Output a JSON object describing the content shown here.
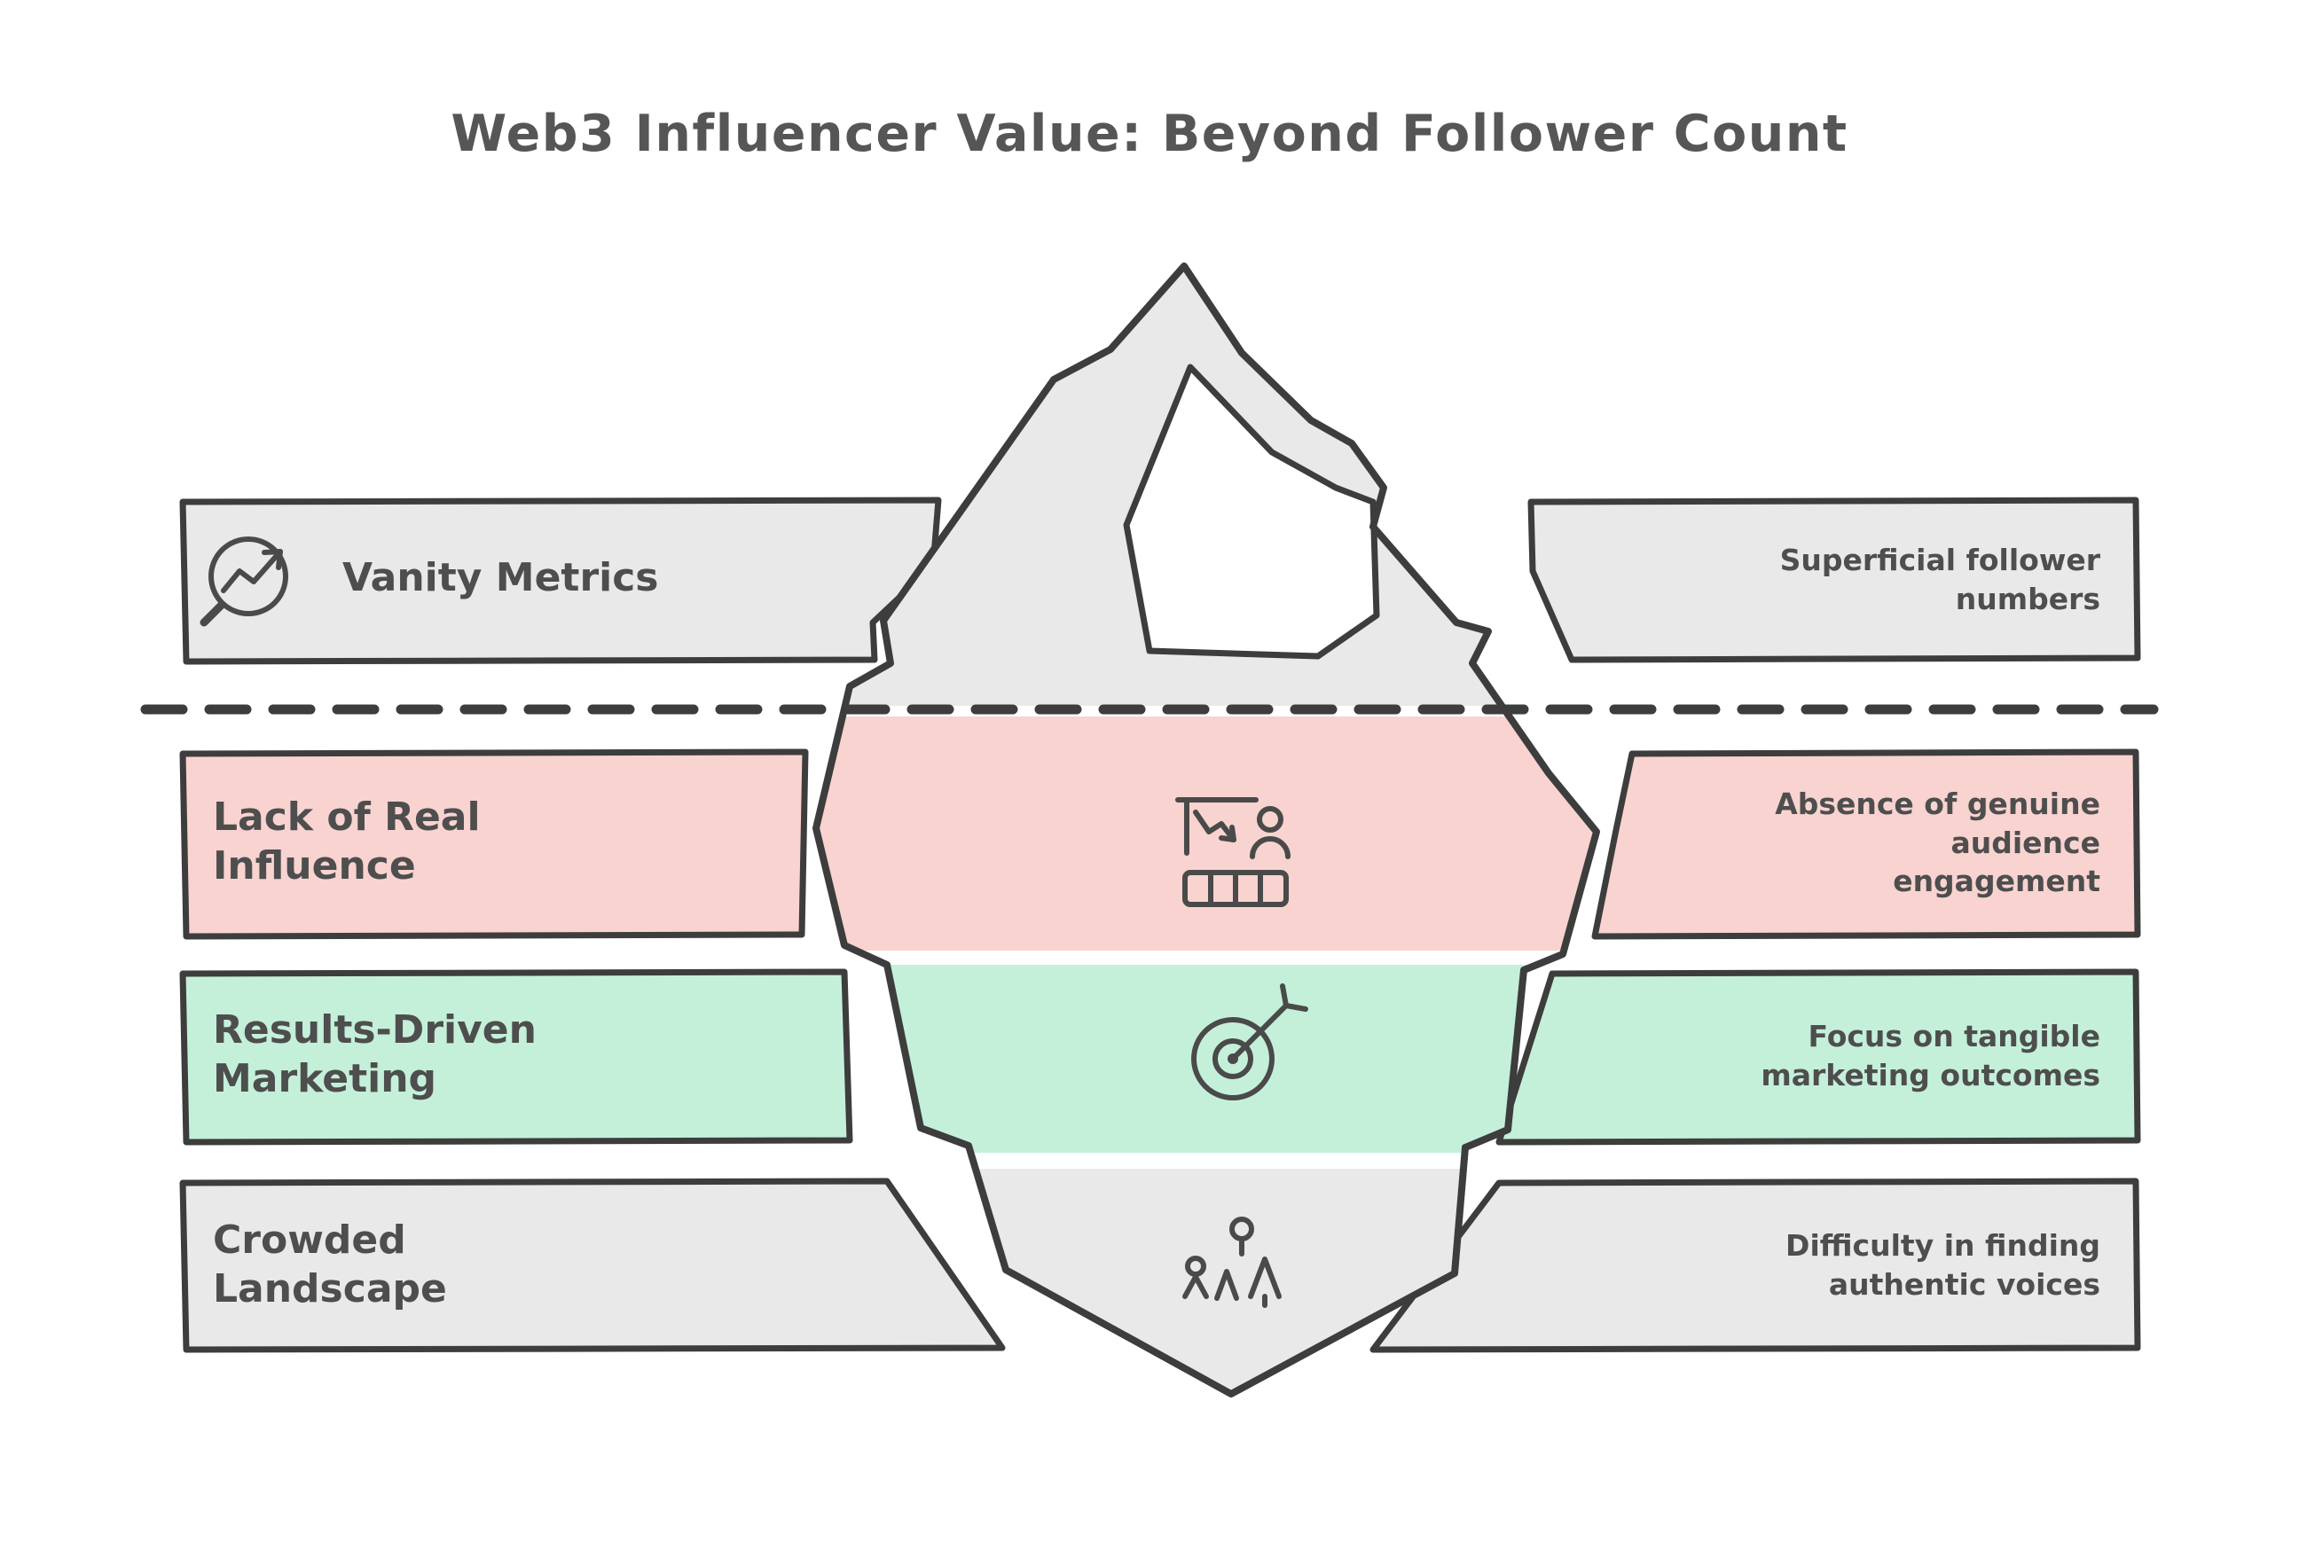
{
  "title": "Web3 Influencer Value: Beyond Follower Count",
  "colors": {
    "band_gray": "#e9e9e9",
    "band_pink": "#f8d3d0",
    "band_green": "#c4f0da",
    "outline": "#3d3d3d",
    "text": "#4e4e4e",
    "background": "#ffffff"
  },
  "divider": {
    "type": "dashed-waterline"
  },
  "rows": [
    {
      "id": "vanity-metrics",
      "tone": "gray",
      "icon": "chart-magnifier-icon",
      "left_label": "Vanity Metrics",
      "right_label": "Superficial follower numbers"
    },
    {
      "id": "lack-of-real-influence",
      "tone": "pink",
      "icon": "presenter-board-icon",
      "left_label": "Lack of Real Influence",
      "right_label": "Absence of genuine audience engagement"
    },
    {
      "id": "results-driven-marketing",
      "tone": "green",
      "icon": "target-dart-icon",
      "left_label": "Results-Driven Marketing",
      "right_label": "Focus on tangible marketing outcomes"
    },
    {
      "id": "crowded-landscape",
      "tone": "gray",
      "icon": "people-trees-icon",
      "left_label": "Crowded Landscape",
      "right_label": "Difficulty in finding authentic voices"
    }
  ]
}
